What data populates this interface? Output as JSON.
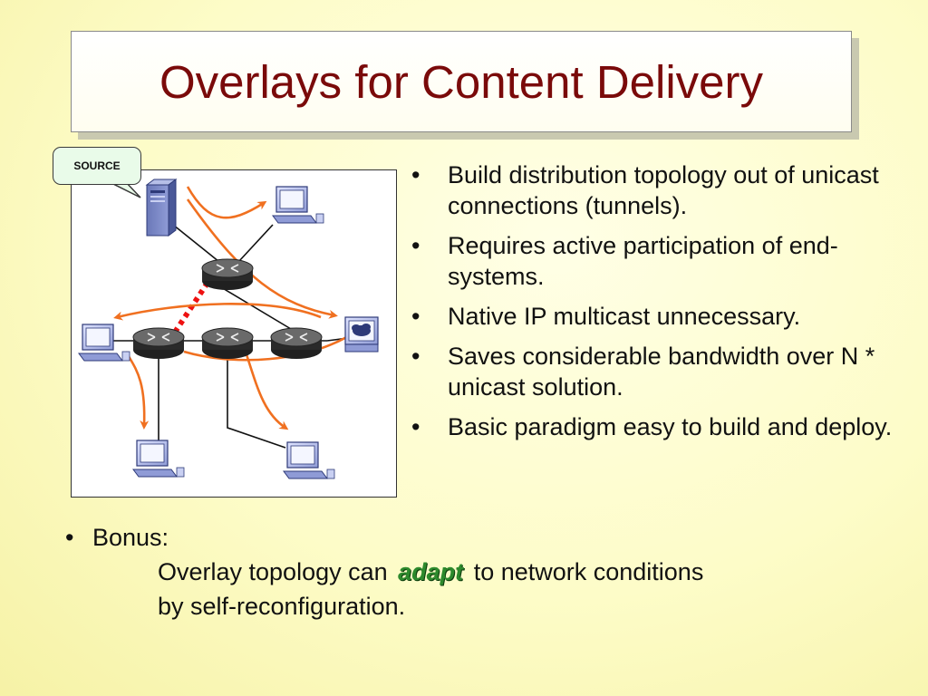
{
  "title": "Overlays for Content Delivery",
  "callout_label": "SOURCE",
  "bullets": [
    "Build distribution topology out of unicast connections (tunnels).",
    "Requires active participation of end-systems.",
    "Native IP multicast unnecessary.",
    "Saves considerable bandwidth over N * unicast solution.",
    "Basic paradigm easy to build and deploy."
  ],
  "bonus": {
    "heading": "Bonus:",
    "line1_before": "Overlay topology can",
    "emphasis": "adapt",
    "line1_after": "to network conditions",
    "line2": "by self-reconfiguration."
  },
  "colors": {
    "title": "#7a0a0a",
    "arrow": "#f07020",
    "tunnel": "#ee1111",
    "emphasis": "#2d8a2d",
    "callout_fill": "#e9fbe9"
  },
  "icons": [
    "server-icon",
    "router-icon",
    "workstation-icon",
    "cloud-workstation-icon"
  ]
}
